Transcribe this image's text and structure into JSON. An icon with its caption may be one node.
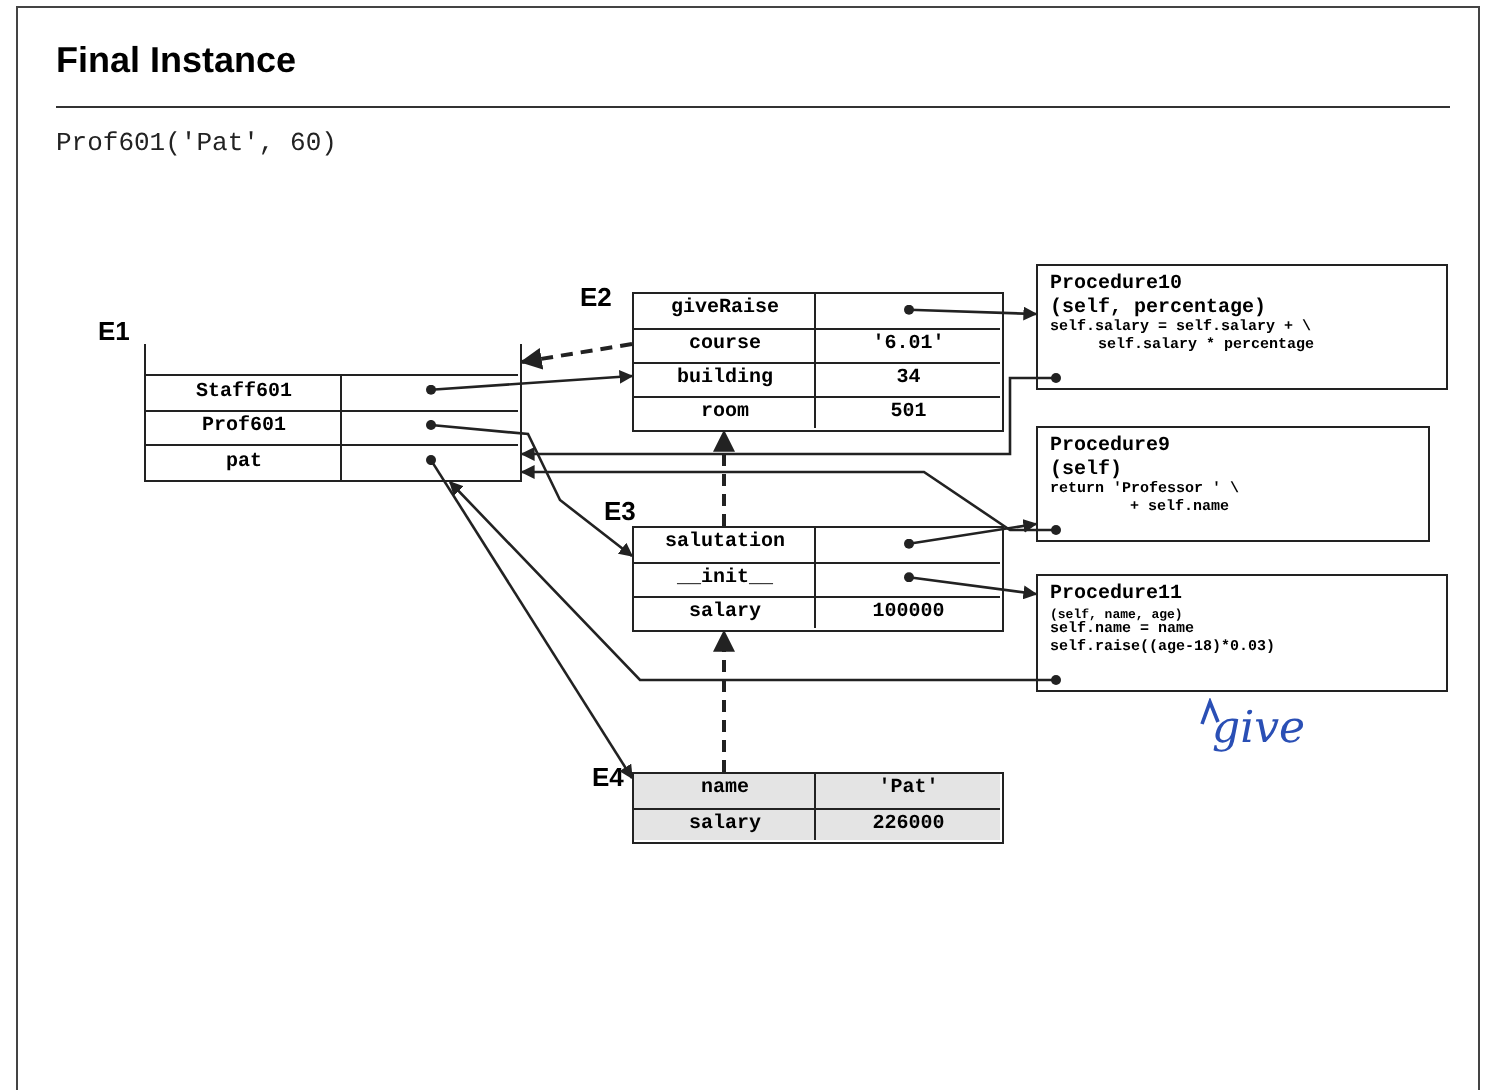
{
  "diagram": {
    "title": "Final Instance",
    "nodes": [
      {
        "text": [
          "E1"
        ]
      },
      {
        "text": [
          "Staff601"
        ],
        "in": 0
      },
      {
        "text": [
          "Prof601"
        ],
        "in": 0
      },
      {
        "text": [
          "pat"
        ],
        "in": 0
      },
      {
        "text": [
          "E2"
        ]
      },
      {
        "text": [
          "giveRaise"
        ],
        "in": 4
      },
      {
        "text": [
          "course",
          "'6.01'"
        ],
        "in": 4
      },
      {
        "text": [
          "building",
          "34"
        ],
        "in": 4
      },
      {
        "text": [
          "room",
          "501"
        ],
        "in": 4
      },
      {
        "text": [
          "Procedure10",
          "(self, percentage)",
          "self.salary = self.salary + \\",
          "self.salary * percentage"
        ]
      },
      {
        "text": [
          "Procedure9",
          "(self)",
          "return 'Professor ' \\",
          "+    self.name"
        ]
      },
      {
        "text": [
          "E3"
        ]
      },
      {
        "text": [
          "salutation"
        ],
        "in": 11
      },
      {
        "text": [
          "__init__"
        ],
        "in": 11
      },
      {
        "text": [
          "salary",
          "100000"
        ],
        "in": 11
      },
      {
        "text": [
          "Procedure11",
          "(self, name, age)",
          "self.name = name",
          "self.raise((age-18)*0.03)"
        ]
      },
      {
        "text": [
          "E4"
        ]
      },
      {
        "text": [
          "name",
          "'Pat'"
        ],
        "in": 16
      },
      {
        "text": [
          "salary",
          "226000"
        ],
        "in": 16
      }
    ],
    "edges": [
      {
        "from": 1,
        "to": 4,
        "arrow": "to"
      },
      {
        "from": 2,
        "to": 11,
        "arrow": "to"
      },
      {
        "from": 3,
        "to": 16,
        "arrow": "to"
      },
      {
        "from": 4,
        "to": 0,
        "arrow": "to",
        "style": "dashed"
      },
      {
        "from": 11,
        "to": 4,
        "arrow": "to",
        "style": "dashed"
      },
      {
        "from": 16,
        "to": 11,
        "arrow": "to",
        "style": "dashed"
      },
      {
        "from": 5,
        "to": 9,
        "arrow": "to"
      },
      {
        "from": 9,
        "to": 0,
        "arrow": "to"
      },
      {
        "from": 10,
        "to": 0,
        "arrow": "to"
      },
      {
        "from": 12,
        "to": 10,
        "arrow": "to"
      },
      {
        "from": 13,
        "to": 15,
        "arrow": "to"
      },
      {
        "from": 15,
        "to": 0,
        "arrow": "to"
      }
    ],
    "labels": [
      "Prof601('Pat', 60)",
      "give"
    ]
  }
}
